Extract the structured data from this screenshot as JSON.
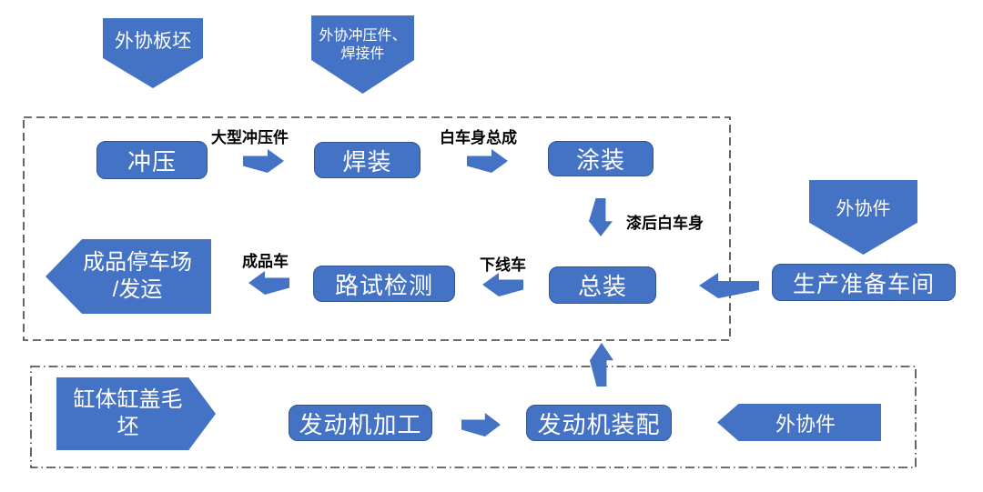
{
  "colors": {
    "shape_fill": "#4472C4",
    "shape_border": "#2F5597",
    "dash_border": "#3F3F3F",
    "shape_text": "#FFFFFF",
    "label_text": "#000000"
  },
  "nodes": {
    "stamping": "冲压",
    "welding": "焊装",
    "painting": "涂装",
    "assembly": "总装",
    "road_test": "路试检测",
    "production_prep": "生产准备车间",
    "engine_machining": "发动机加工",
    "engine_assembly": "发动机装配"
  },
  "inputs": {
    "plate_blank": "外协板坯",
    "stamp_weld_parts_line1": "外协冲压件、",
    "stamp_weld_parts_line2": "焊接件",
    "outsourced_parts_top": "外协件",
    "outsourced_parts_bottom": "外协件",
    "cylinder_blank_line1": "缸体缸盖毛",
    "cylinder_blank_line2": "坯",
    "finished_lot_line1": "成品停车场",
    "finished_lot_line2": "/发运"
  },
  "flow_labels": {
    "large_stamping_parts": "大型冲压件",
    "body_in_white": "白车身总成",
    "painted_body": "漆后白车身",
    "finished_vehicle": "成品车",
    "offline_vehicle": "下线车"
  }
}
